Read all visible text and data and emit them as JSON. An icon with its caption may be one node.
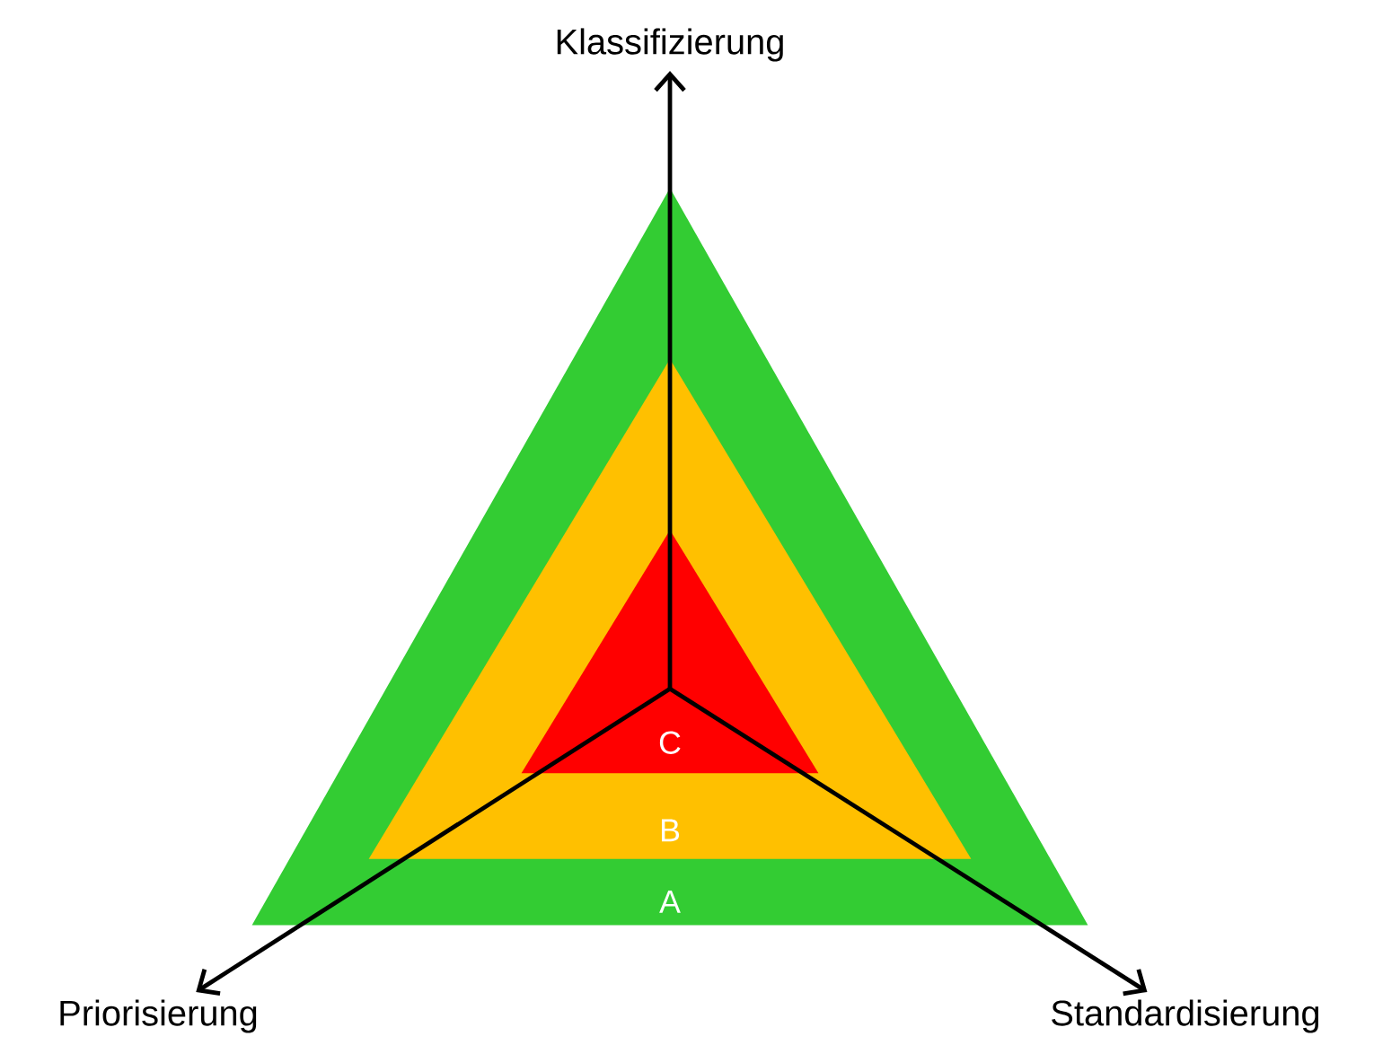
{
  "diagram": {
    "nodes": [
      {
        "text": [
          "A"
        ]
      },
      {
        "text": [
          "B"
        ],
        "in": 0
      },
      {
        "text": [
          "C"
        ],
        "in": 1
      },
      {
        "text": [
          "Klassifizierung"
        ]
      },
      {
        "text": [
          "Priorisierung"
        ]
      },
      {
        "text": [
          "Standardisierung"
        ]
      }
    ],
    "edges": [
      {
        "from": 2,
        "to": 3,
        "arrow": "to"
      },
      {
        "from": 2,
        "to": 4,
        "arrow": "to"
      },
      {
        "from": 2,
        "to": 5,
        "arrow": "to"
      }
    ]
  }
}
